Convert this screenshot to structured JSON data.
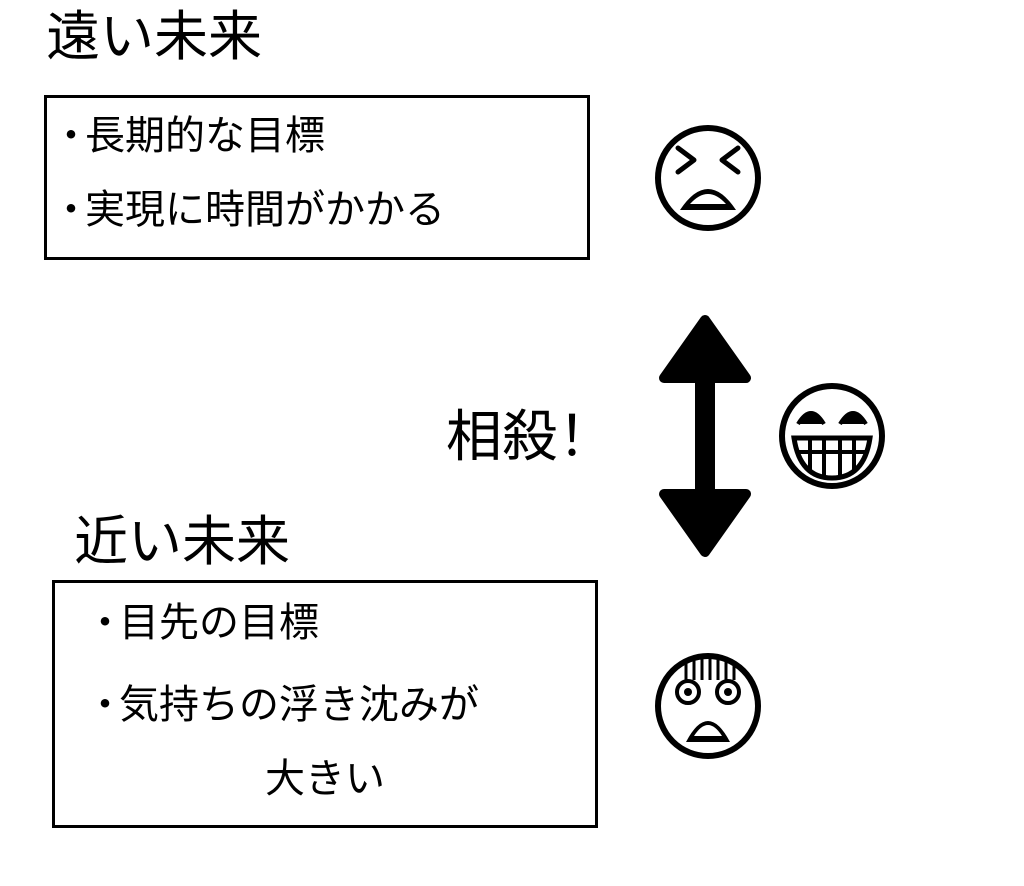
{
  "far_future": {
    "heading": "遠い未来",
    "bullet": "・",
    "items": [
      "長期的な目標",
      "実現に時間がかかる"
    ]
  },
  "near_future": {
    "heading": "近い未来",
    "bullet": "・",
    "items": [
      "目先の目標",
      "気持ちの浮き沈みが",
      "大きい"
    ]
  },
  "middle": {
    "label": "相殺！"
  },
  "icons": {
    "far_face": "distressed-face-icon",
    "middle_face": "grinning-face-icon",
    "near_face": "screaming-face-icon",
    "arrow": "double-vertical-arrow-icon"
  }
}
